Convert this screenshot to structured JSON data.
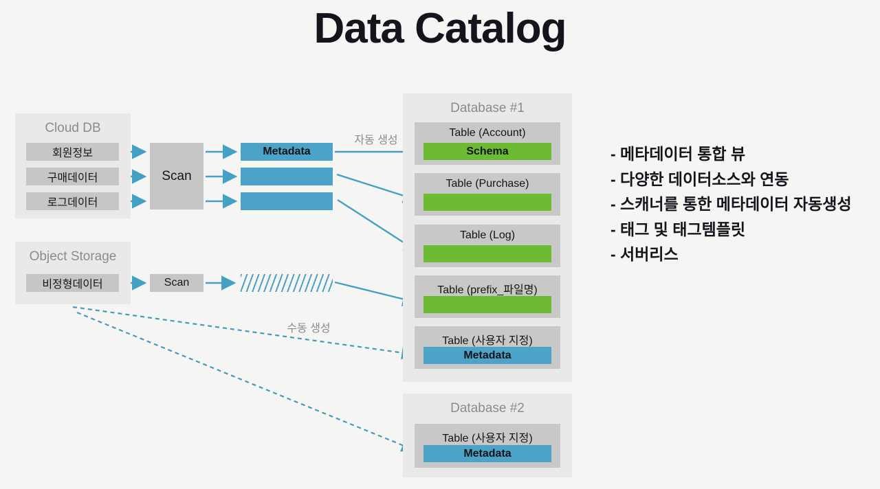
{
  "title": "Data Catalog",
  "colors": {
    "background": "#f5f5f3",
    "group_bg": "#e9e9e8",
    "gray_box": "#c6c6c6",
    "card_bg": "#c8c8c8",
    "blue": "#4ba3c7",
    "green": "#6cbb33",
    "arrow_solid": "#45a0c6",
    "arrow_dashed": "#3f9dba",
    "muted_text": "#8b8b8b",
    "dark_text": "#14141c"
  },
  "cloud_db": {
    "title": "Cloud DB",
    "items": [
      "회원정보",
      "구매데이터",
      "로그데이터"
    ]
  },
  "object_storage": {
    "title": "Object Storage",
    "items": [
      "비정형데이터"
    ]
  },
  "scan1": {
    "label": "Scan"
  },
  "scan2": {
    "label": "Scan"
  },
  "metadata_row": {
    "label": "Metadata"
  },
  "database1": {
    "title": "Database #1",
    "tables": [
      {
        "title": "Table (Account)",
        "bar_label": "Schema",
        "bar_type": "green"
      },
      {
        "title": "Table (Purchase)",
        "bar_label": "",
        "bar_type": "green"
      },
      {
        "title": "Table (Log)",
        "bar_label": "",
        "bar_type": "green"
      },
      {
        "title": "Table (prefix_파일명)",
        "bar_label": "",
        "bar_type": "green"
      },
      {
        "title": "Table (사용자 지정)",
        "bar_label": "Metadata",
        "bar_type": "blue"
      }
    ]
  },
  "database2": {
    "title": "Database #2",
    "tables": [
      {
        "title": "Table (사용자 지정)",
        "bar_label": "Metadata",
        "bar_type": "blue"
      }
    ]
  },
  "annotations": {
    "auto_label": "자동 생성",
    "manual_label": "수동 생성"
  },
  "bullets": {
    "items": [
      "- 메타데이터 통합 뷰",
      "- 다양한 데이터소스와 연동",
      "- 스캐너를 통한 메타데이터 자동생성",
      "- 태그 및 태그템플릿",
      "- 서버리스"
    ]
  }
}
